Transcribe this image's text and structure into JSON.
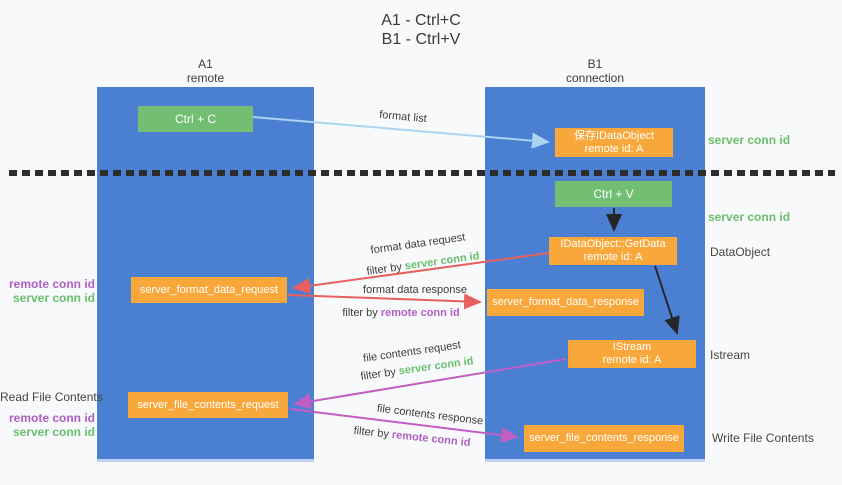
{
  "title": {
    "line1": "A1 - Ctrl+C",
    "line2": "B1 - Ctrl+V"
  },
  "lanes": {
    "left": {
      "name": "A1",
      "role": "remote"
    },
    "right": {
      "name": "B1",
      "role": "connection"
    }
  },
  "nodes": {
    "ctrl_c": {
      "label": "Ctrl + C"
    },
    "ctrl_v": {
      "label": "Ctrl + V"
    },
    "save_idataobject": {
      "line1": "保存IDataObject",
      "line2": "remote id: A"
    },
    "getdata": {
      "line1": "IDataObject::GetData",
      "line2": "remote id: A"
    },
    "istream": {
      "line1": "IStream",
      "line2": "remote id: A"
    },
    "server_format_data_request": {
      "label": "server_format_data_request"
    },
    "server_format_data_response": {
      "label": "server_format_data_response"
    },
    "server_file_contents_request": {
      "label": "server_file_contents_request"
    },
    "server_file_contents_response": {
      "label": "server_file_contents_response"
    }
  },
  "edge_labels": {
    "format_list": "format list",
    "format_data_request": "format data request",
    "format_data_response": "format data response",
    "file_contents_request": "file contents request",
    "file_contents_response": "file contents response",
    "filter_by": "filter by",
    "server_conn_id": "server conn id",
    "remote_conn_id": "remote conn id"
  },
  "side_labels": {
    "server_conn_id_top": "server conn id",
    "server_conn_id_mid": "server conn id",
    "dataobject": "DataObject",
    "istream": "Istream",
    "write_file_contents": "Write File Contents",
    "read_file_contents": "Read File Contents",
    "remote_conn_id": "remote conn id",
    "server_conn_id": "server conn id"
  },
  "colors": {
    "lane_blue": "#4a7fd2",
    "node_green": "#72bf74",
    "node_orange": "#f8a83a",
    "arrow_light_blue": "#aad4f2",
    "arrow_black": "#262626",
    "arrow_red": "#e8605e",
    "arrow_purple": "#c05ec4",
    "text_green": "#6abf6e",
    "text_purple": "#b05fc4",
    "text_dark": "#3c3c3c",
    "background": "#f8f9fa"
  }
}
